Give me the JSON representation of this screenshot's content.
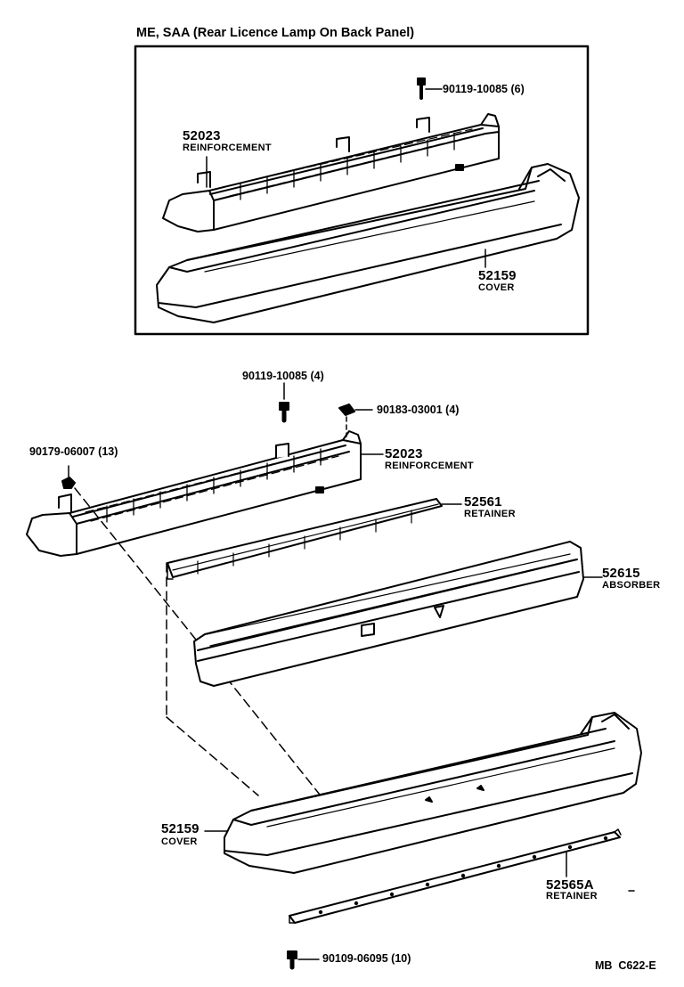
{
  "header": {
    "title": "ME, SAA (Rear Licence Lamp On Back Panel)"
  },
  "inset": {
    "bolt": {
      "number": "90119-10085 (6)"
    },
    "reinforcement": {
      "number": "52023",
      "name": "REINFORCEMENT"
    },
    "cover": {
      "number": "52159",
      "name": "COVER"
    }
  },
  "main": {
    "bolt_top": {
      "number": "90119-10085 (4)"
    },
    "clip": {
      "number": "90183-03001 (4)"
    },
    "nut": {
      "number": "90179-06007 (13)"
    },
    "reinforcement": {
      "number": "52023",
      "name": "REINFORCEMENT"
    },
    "retainer_upper": {
      "number": "52561",
      "name": "RETAINER"
    },
    "absorber": {
      "number": "52615",
      "name": "ABSORBER"
    },
    "cover": {
      "number": "52159",
      "name": "COVER"
    },
    "retainer_lower": {
      "number": "52565A",
      "name": "RETAINER"
    },
    "bolt_bottom": {
      "number": "90109-06095 (10)"
    }
  },
  "footer": {
    "code": "MB  C622-E"
  }
}
